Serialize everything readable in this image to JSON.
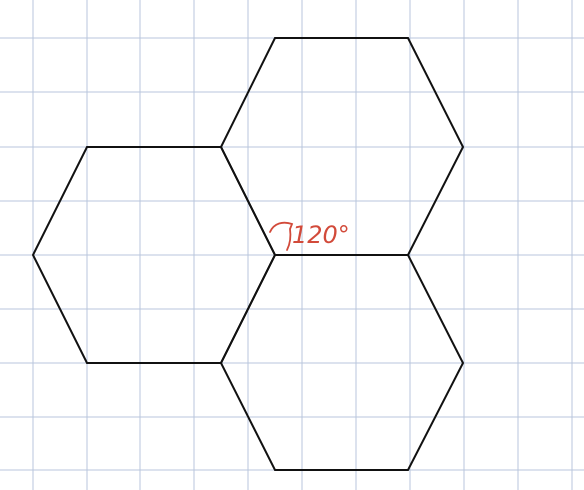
{
  "background": {
    "paper": "graph-paper",
    "grid_color": "#b9c6dc",
    "line_color": "#111111",
    "annotation_color": "#d24a3a"
  },
  "diagram": {
    "shapes": [
      {
        "name": "hexagon-left"
      },
      {
        "name": "hexagon-top-right"
      },
      {
        "name": "hexagon-bottom-right"
      }
    ],
    "annotation": {
      "angle_label": "120°"
    }
  }
}
